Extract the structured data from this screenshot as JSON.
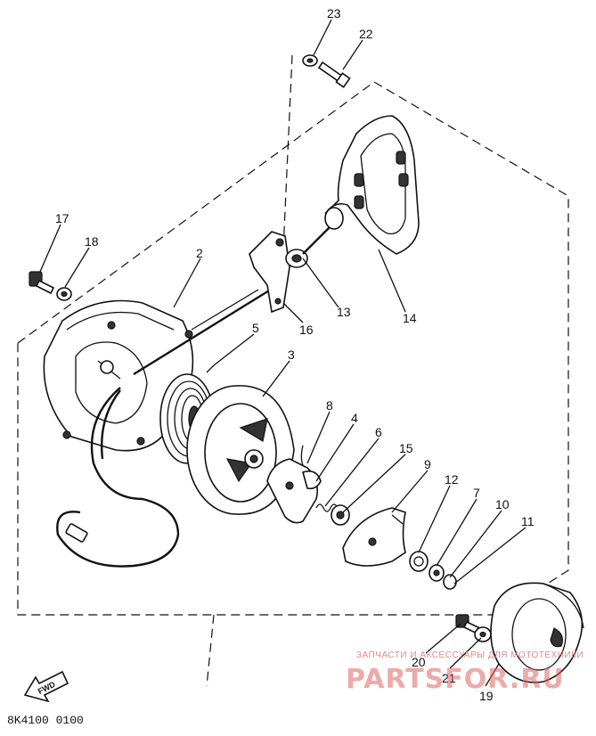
{
  "diagram_code": "8K4100 0100",
  "fwd_label": "FWD",
  "watermark": {
    "tagline": "ЗАПЧАСТИ И АКСЕССУАРЫ ДЛЯ МОТОТЕХНИКИ",
    "brand": "PARTSFOR.RU"
  },
  "callouts": [
    {
      "id": "23",
      "label": "23"
    },
    {
      "id": "22",
      "label": "22"
    },
    {
      "id": "17",
      "label": "17"
    },
    {
      "id": "18",
      "label": "18"
    },
    {
      "id": "2",
      "label": "2"
    },
    {
      "id": "5",
      "label": "5"
    },
    {
      "id": "3",
      "label": "3"
    },
    {
      "id": "13",
      "label": "13"
    },
    {
      "id": "14",
      "label": "14"
    },
    {
      "id": "16",
      "label": "16"
    },
    {
      "id": "8",
      "label": "8"
    },
    {
      "id": "4",
      "label": "4"
    },
    {
      "id": "6",
      "label": "6"
    },
    {
      "id": "15",
      "label": "15"
    },
    {
      "id": "9",
      "label": "9"
    },
    {
      "id": "12",
      "label": "12"
    },
    {
      "id": "7",
      "label": "7"
    },
    {
      "id": "10",
      "label": "10"
    },
    {
      "id": "11",
      "label": "11"
    },
    {
      "id": "20",
      "label": "20"
    },
    {
      "id": "21",
      "label": "21"
    },
    {
      "id": "19",
      "label": "19"
    }
  ]
}
